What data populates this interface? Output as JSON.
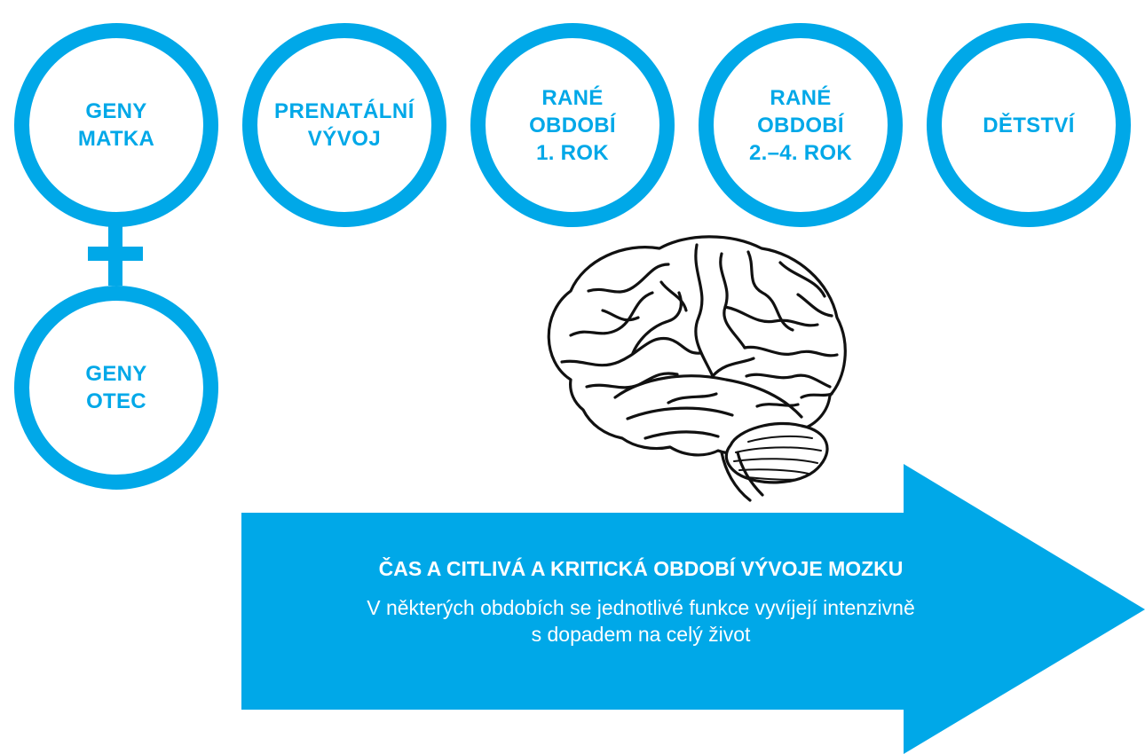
{
  "stages": [
    {
      "id": "geny-matka",
      "lines": [
        "GENY",
        "MATKA"
      ]
    },
    {
      "id": "prenatalni-vyvoj",
      "lines": [
        "PRENATÁLNÍ",
        "VÝVOJ"
      ]
    },
    {
      "id": "rane-obdobi-1",
      "lines": [
        "RANÉ",
        "OBDOBÍ",
        "1. ROK"
      ]
    },
    {
      "id": "rane-obdobi-2-4",
      "lines": [
        "RANÉ",
        "OBDOBÍ",
        "2.–4. ROK"
      ]
    },
    {
      "id": "detstvi",
      "lines": [
        "DĚTSTVÍ"
      ]
    }
  ],
  "father_genes": {
    "lines": [
      "GENY",
      "OTEC"
    ]
  },
  "plus_icon": "plus-icon",
  "brain_icon": "brain-icon",
  "arrow": {
    "title": "ČAS A CITLIVÁ A KRITICKÁ OBDOBÍ VÝVOJE MOZKU",
    "subtitle_lines": [
      "V některých obdobích se jednotlivé funkce vyvíjejí intenzivně",
      "s dopadem na celý život"
    ]
  },
  "colors": {
    "accent": "#00a8e8",
    "text_on_accent": "#ffffff",
    "background": "#ffffff"
  }
}
